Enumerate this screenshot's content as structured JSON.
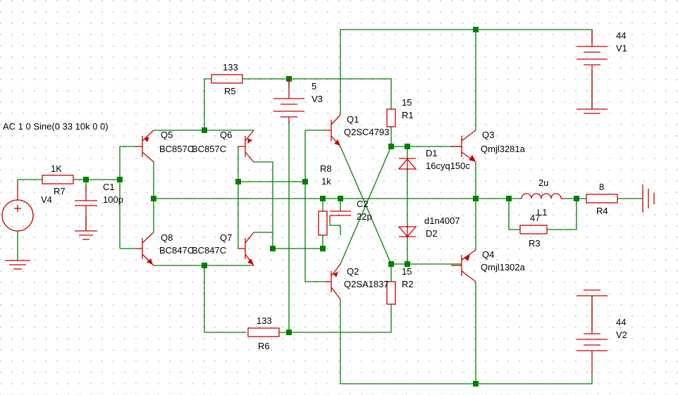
{
  "source_label": "AC 1 0 Sine(0 33 10k 0 0)",
  "components": {
    "V4": {
      "ref": "V4"
    },
    "R7": {
      "ref": "R7",
      "value": "1K"
    },
    "C1": {
      "ref": "C1",
      "value": "100p"
    },
    "R5": {
      "ref": "R5",
      "value": "133"
    },
    "R6": {
      "ref": "R6",
      "value": "133"
    },
    "V3": {
      "ref": "V3",
      "value": "5"
    },
    "Q5": {
      "ref": "Q5",
      "value": "BC857C"
    },
    "Q6": {
      "ref": "Q6",
      "value": "BC857C"
    },
    "Q7": {
      "ref": "Q7",
      "value": "BC847C"
    },
    "Q8": {
      "ref": "Q8",
      "value": "BC847C"
    },
    "R8": {
      "ref": "R8",
      "value": "1k"
    },
    "C2": {
      "ref": "C2",
      "value": "22p"
    },
    "Q1": {
      "ref": "Q1",
      "value": "Q2SC4793"
    },
    "Q2": {
      "ref": "Q2",
      "value": "Q2SA1837"
    },
    "R1": {
      "ref": "R1",
      "value": "15"
    },
    "R2": {
      "ref": "R2",
      "value": "15"
    },
    "D1": {
      "ref": "D1",
      "value": "16cyq150c"
    },
    "D2": {
      "ref": "D2",
      "value": "d1n4007"
    },
    "Q3": {
      "ref": "Q3",
      "value": "Qmjl3281a"
    },
    "Q4": {
      "ref": "Q4",
      "value": "Qmjl1302a"
    },
    "L1": {
      "ref": "L1",
      "value": "2u"
    },
    "R3": {
      "ref": "R3",
      "value": "47"
    },
    "R4": {
      "ref": "R4",
      "value": "8"
    },
    "V1": {
      "ref": "V1",
      "value": "44"
    },
    "V2": {
      "ref": "V2",
      "value": "44"
    }
  },
  "colors": {
    "wire": "#008000",
    "component": "#cc0000",
    "grid": "#9a9a9a",
    "text": "#000000"
  }
}
